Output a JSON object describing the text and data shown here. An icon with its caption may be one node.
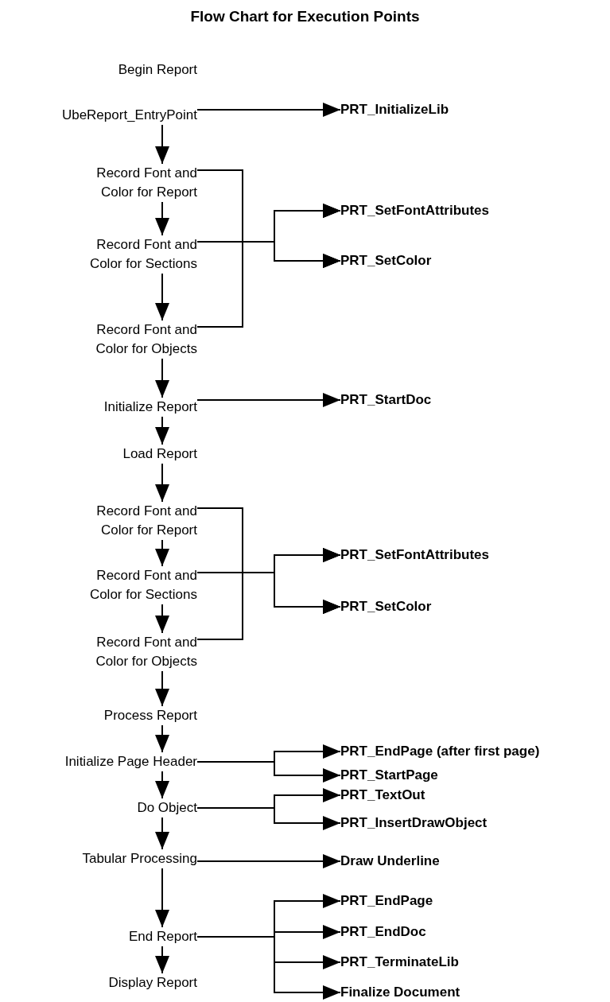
{
  "diagram": {
    "title": "Flow Chart for Execution Points",
    "nodes": [
      {
        "text": [
          "Begin Report"
        ]
      },
      {
        "text": [
          "UbeReport_EntryPoint"
        ]
      },
      {
        "text": [
          "Record Font and Color for Report"
        ]
      },
      {
        "text": [
          "Record Font and Color for Sections"
        ]
      },
      {
        "text": [
          "Record Font and Color for Objects"
        ]
      },
      {
        "text": [
          "Initialize Report"
        ]
      },
      {
        "text": [
          "Load Report"
        ]
      },
      {
        "text": [
          "Record Font and Color for Report"
        ]
      },
      {
        "text": [
          "Record Font and Color for Sections"
        ]
      },
      {
        "text": [
          "Record Font and Color for Objects"
        ]
      },
      {
        "text": [
          "Process Report"
        ]
      },
      {
        "text": [
          "Initialize Page Header"
        ]
      },
      {
        "text": [
          "Do Object"
        ]
      },
      {
        "text": [
          "Tabular Processing"
        ]
      },
      {
        "text": [
          "End Report"
        ]
      },
      {
        "text": [
          "Display Report"
        ]
      },
      {
        "text": [
          "PRT_InitializeLib"
        ]
      },
      {
        "text": [
          "PRT_SetFontAttributes"
        ]
      },
      {
        "text": [
          "PRT_SetColor"
        ]
      },
      {
        "text": [
          "PRT_StartDoc"
        ]
      },
      {
        "text": [
          "PRT_SetFontAttributes"
        ]
      },
      {
        "text": [
          "PRT_SetColor"
        ]
      },
      {
        "text": [
          "PRT_EndPage (after first page)"
        ]
      },
      {
        "text": [
          "PRT_StartPage"
        ]
      },
      {
        "text": [
          "PRT_TextOut"
        ]
      },
      {
        "text": [
          "PRT_InsertDrawObject"
        ]
      },
      {
        "text": [
          "Draw Underline"
        ]
      },
      {
        "text": [
          "PRT_EndPage"
        ]
      },
      {
        "text": [
          "PRT_EndDoc"
        ]
      },
      {
        "text": [
          "PRT_TerminateLib"
        ]
      },
      {
        "text": [
          "Finalize Document"
        ]
      }
    ],
    "edges": [
      {
        "from": 1,
        "to": 16,
        "arrow": "to"
      },
      {
        "from": 1,
        "to": 2,
        "arrow": "to"
      },
      {
        "from": 2,
        "to": 3,
        "arrow": "to"
      },
      {
        "from": 3,
        "to": 4,
        "arrow": "to"
      },
      {
        "from": 4,
        "to": 5,
        "arrow": "to"
      },
      {
        "from": 5,
        "to": 6,
        "arrow": "to"
      },
      {
        "from": 6,
        "to": 7,
        "arrow": "to"
      },
      {
        "from": 7,
        "to": 8,
        "arrow": "to"
      },
      {
        "from": 8,
        "to": 9,
        "arrow": "to"
      },
      {
        "from": 9,
        "to": 10,
        "arrow": "to"
      },
      {
        "from": 10,
        "to": 11,
        "arrow": "to"
      },
      {
        "from": 11,
        "to": 12,
        "arrow": "to"
      },
      {
        "from": 12,
        "to": 13,
        "arrow": "to"
      },
      {
        "from": 13,
        "to": 14,
        "arrow": "to"
      },
      {
        "from": 14,
        "to": 15,
        "arrow": "to"
      },
      {
        "from": 2,
        "to": 17,
        "arrow": "to"
      },
      {
        "from": 2,
        "to": 18,
        "arrow": "to"
      },
      {
        "from": 3,
        "to": 17,
        "arrow": "to"
      },
      {
        "from": 3,
        "to": 18,
        "arrow": "to"
      },
      {
        "from": 4,
        "to": 17,
        "arrow": "to"
      },
      {
        "from": 4,
        "to": 18,
        "arrow": "to"
      },
      {
        "from": 5,
        "to": 19,
        "arrow": "to"
      },
      {
        "from": 7,
        "to": 20,
        "arrow": "to"
      },
      {
        "from": 7,
        "to": 21,
        "arrow": "to"
      },
      {
        "from": 8,
        "to": 20,
        "arrow": "to"
      },
      {
        "from": 8,
        "to": 21,
        "arrow": "to"
      },
      {
        "from": 9,
        "to": 20,
        "arrow": "to"
      },
      {
        "from": 9,
        "to": 21,
        "arrow": "to"
      },
      {
        "from": 11,
        "to": 22,
        "arrow": "to"
      },
      {
        "from": 11,
        "to": 23,
        "arrow": "to"
      },
      {
        "from": 12,
        "to": 24,
        "arrow": "to"
      },
      {
        "from": 12,
        "to": 25,
        "arrow": "to"
      },
      {
        "from": 13,
        "to": 26,
        "arrow": "to"
      },
      {
        "from": 14,
        "to": 27,
        "arrow": "to"
      },
      {
        "from": 14,
        "to": 28,
        "arrow": "to"
      },
      {
        "from": 14,
        "to": 29,
        "arrow": "to"
      },
      {
        "from": 14,
        "to": 30,
        "arrow": "to"
      }
    ]
  }
}
